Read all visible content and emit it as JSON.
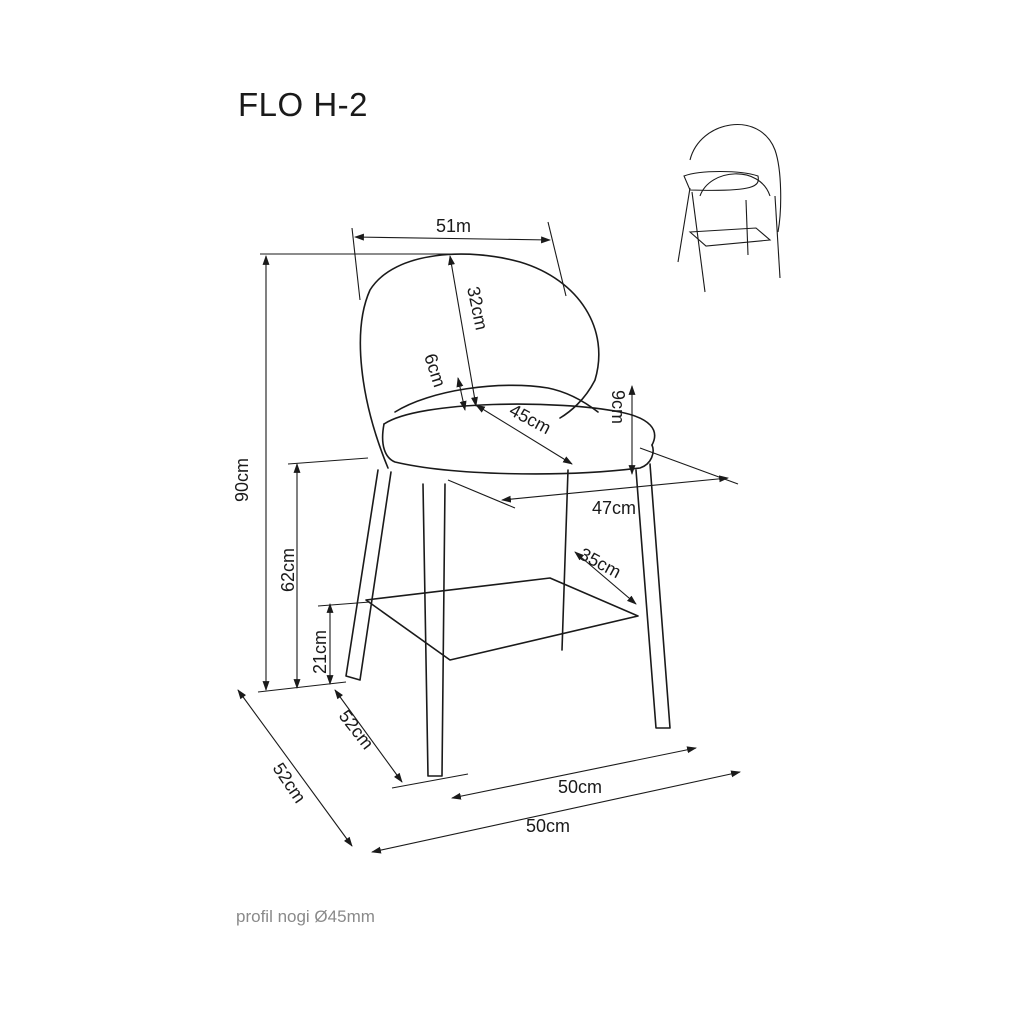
{
  "product": {
    "model": "FLO H-2",
    "leg_profile_note": "profil nogi Ø45mm"
  },
  "dimensions": {
    "backrest_width": "51m",
    "backrest_height": "32cm",
    "backrest_gap": "6cm",
    "seat_depth": "45cm",
    "seat_thickness": "9cm",
    "seat_width": "47cm",
    "footrest_depth": "35cm",
    "total_height": "90cm",
    "seat_height": "62cm",
    "footrest_height": "21cm",
    "leg_depth": "52cm",
    "leg_width": "50cm",
    "base_depth": "52cm",
    "base_width": "50cm"
  },
  "colors": {
    "line": "#1a1a1a",
    "note": "#8a8a8a"
  }
}
